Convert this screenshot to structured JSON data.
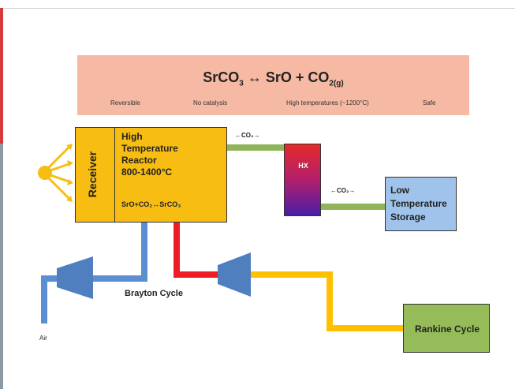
{
  "equation": {
    "left": "SrCO",
    "left_sub": "3",
    "arrow": "↔",
    "right": "SrO + CO",
    "right_sub": "2(g)"
  },
  "conditions": [
    "Reversible",
    "No catalysis",
    "High temperatures (~1200°C)",
    "Safe"
  ],
  "receiver": {
    "label": "Receiver"
  },
  "reactor": {
    "title_lines": [
      "High",
      "Temperature",
      "Reactor",
      "800-1400°C"
    ],
    "equation": "SrO+CO₂↔SrCO₃"
  },
  "hx": {
    "label": "HX"
  },
  "co2_flows": [
    "←CO₂→",
    "←CO₂→"
  ],
  "storage": {
    "label_lines": [
      "Low",
      "Temperature",
      "Storage"
    ]
  },
  "rankine": {
    "label": "Rankine Cycle"
  },
  "brayton": {
    "label": "Brayton Cycle"
  },
  "air": {
    "label": "Air"
  },
  "colors": {
    "banner": "#f6b9a3",
    "reactor": "#f7bd12",
    "sun": "#f7bd12",
    "pipe_green": "#8fb45a",
    "pipe_blue": "#5b8fd1",
    "pipe_red": "#ee1c25",
    "pipe_yellow": "#ffc000",
    "turbine": "#4f7fbf",
    "storage": "#9fc3ea",
    "rankine": "#95bc59"
  }
}
